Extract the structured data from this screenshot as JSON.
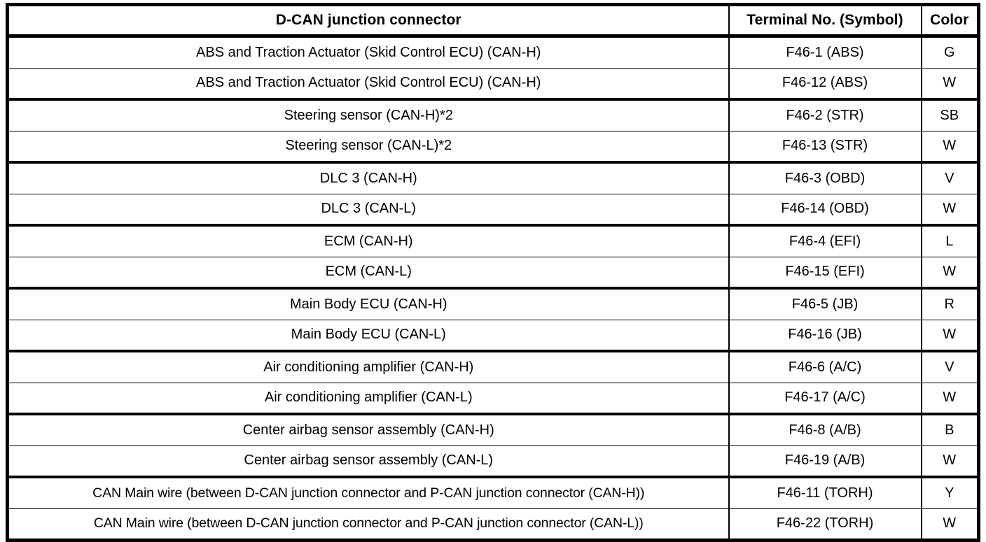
{
  "table": {
    "columns": [
      {
        "key": "connector",
        "label": "D-CAN junction connector"
      },
      {
        "key": "terminal",
        "label": "Terminal No. (Symbol)"
      },
      {
        "key": "color",
        "label": "Color"
      }
    ],
    "rows": [
      {
        "connector": "ABS and Traction Actuator (Skid Control ECU) (CAN-H)",
        "terminal": "F46-1 (ABS)",
        "color": "G"
      },
      {
        "connector": "ABS and Traction Actuator (Skid Control ECU) (CAN-H)",
        "terminal": "F46-12 (ABS)",
        "color": "W"
      },
      {
        "connector": "Steering sensor (CAN-H)*2",
        "terminal": "F46-2 (STR)",
        "color": "SB"
      },
      {
        "connector": "Steering sensor (CAN-L)*2",
        "terminal": "F46-13 (STR)",
        "color": "W"
      },
      {
        "connector": "DLC 3 (CAN-H)",
        "terminal": "F46-3 (OBD)",
        "color": "V"
      },
      {
        "connector": "DLC 3 (CAN-L)",
        "terminal": "F46-14 (OBD)",
        "color": "W"
      },
      {
        "connector": "ECM (CAN-H)",
        "terminal": "F46-4 (EFI)",
        "color": "L"
      },
      {
        "connector": "ECM (CAN-L)",
        "terminal": "F46-15 (EFI)",
        "color": "W"
      },
      {
        "connector": "Main Body ECU (CAN-H)",
        "terminal": "F46-5 (JB)",
        "color": "R"
      },
      {
        "connector": "Main Body ECU (CAN-L)",
        "terminal": "F46-16 (JB)",
        "color": "W"
      },
      {
        "connector": "Air conditioning amplifier (CAN-H)",
        "terminal": "F46-6 (A/C)",
        "color": "V"
      },
      {
        "connector": "Air conditioning amplifier (CAN-L)",
        "terminal": "F46-17 (A/C)",
        "color": "W"
      },
      {
        "connector": "Center airbag sensor assembly (CAN-H)",
        "terminal": "F46-8 (A/B)",
        "color": "B"
      },
      {
        "connector": "Center airbag sensor assembly (CAN-L)",
        "terminal": "F46-19 (A/B)",
        "color": "W"
      },
      {
        "connector": "CAN Main wire (between D-CAN junction connector and P-CAN junction connector (CAN-H))",
        "terminal": "F46-11 (TORH)",
        "color": "Y"
      },
      {
        "connector": "CAN Main wire (between D-CAN junction connector and P-CAN junction connector (CAN-L))",
        "terminal": "F46-22 (TORH)",
        "color": "W"
      }
    ]
  },
  "style": {
    "border_color": "#000000",
    "text_color": "#000000",
    "background": "#ffffff"
  }
}
